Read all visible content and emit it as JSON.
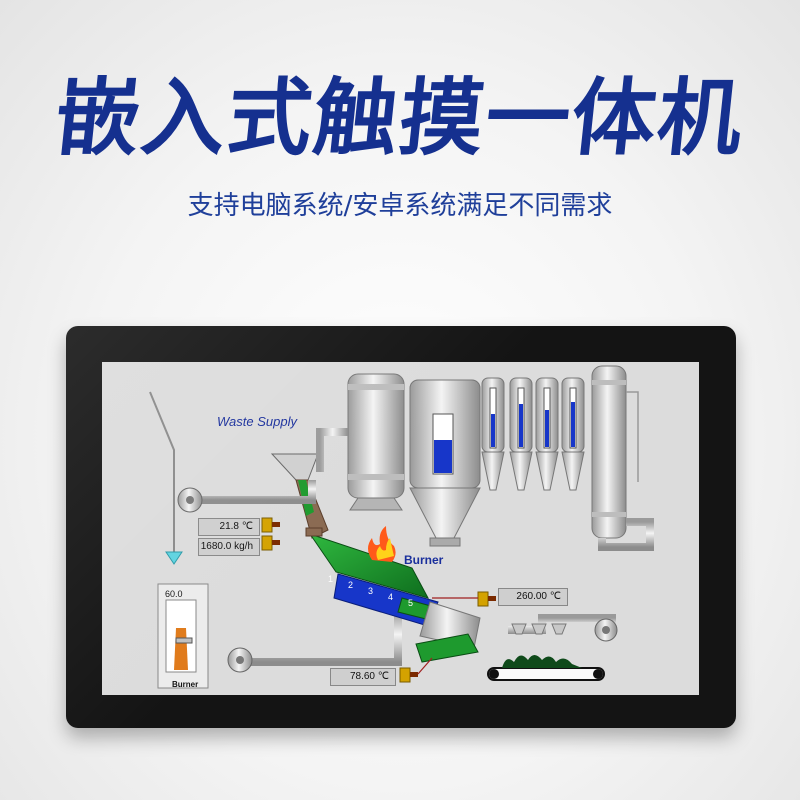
{
  "headline": "嵌入式触摸一体机",
  "tagline": "支持电脑系统/安卓系统满足不同需求",
  "hmi": {
    "waste_supply_label": "Waste Supply",
    "burner_label": "Burner",
    "gauge": {
      "top_value": "60.0",
      "label": "Burner",
      "level_fraction": 0.6
    },
    "readouts": {
      "feed_temp": "21.8 ℃",
      "feed_rate": "1680.0 kg/h",
      "grate_temp": "260.00 ℃",
      "ash_temp": "78.60 ℃"
    },
    "zone_numbers": [
      "1",
      "2",
      "3",
      "4",
      "5"
    ],
    "colors": {
      "headline": "#15308f",
      "tank_fill": "#1736c9",
      "grate": "#1e9a2e",
      "valve": "#c98a00",
      "screen_bg": "#dcdcdc"
    }
  }
}
